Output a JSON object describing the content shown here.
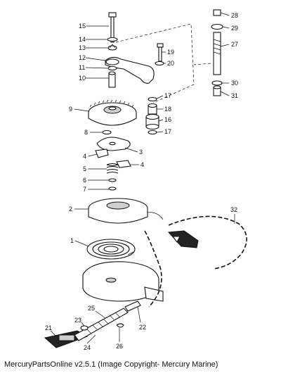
{
  "footer": "MercuryPartsOnline v2.5.1 (Image Copyright- Mercury Marine)",
  "callouts": {
    "c1": "1",
    "c2": "2",
    "c3": "3",
    "c4a": "4",
    "c4b": "4",
    "c5": "5",
    "c6": "6",
    "c7": "7",
    "c8": "8",
    "c9": "9",
    "c10": "10",
    "c11": "11",
    "c12": "12",
    "c13": "13",
    "c14": "14",
    "c15": "15",
    "c16": "16",
    "c17a": "17",
    "c17b": "17",
    "c18": "18",
    "c19": "19",
    "c20": "20",
    "c21": "21",
    "c22": "22",
    "c23": "23",
    "c24": "24",
    "c25": "25",
    "c26": "26",
    "c27": "27",
    "c28": "28",
    "c29": "29",
    "c30": "30",
    "c31": "31",
    "c32": "32"
  }
}
